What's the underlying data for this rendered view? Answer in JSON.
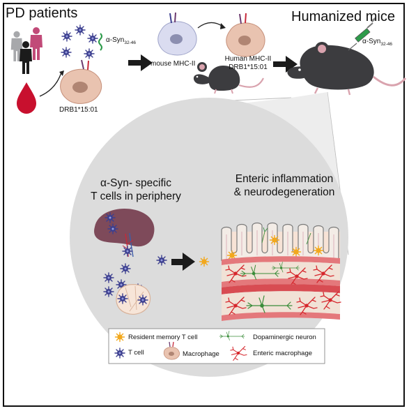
{
  "top": {
    "left_title": "PD patients",
    "right_title": "Humanized mice",
    "peptide_label": "α-Syn",
    "peptide_sub": "32-46",
    "allele_label": "DRB1*15:01",
    "mouse_mhc": "mouse MHC-II",
    "human_mhc_line1": "Human MHC-II",
    "human_mhc_line2": "DRB1*15:01",
    "injection_label": "α-Syn",
    "injection_sub": "32-46"
  },
  "center": {
    "left_heading_line1": "α-Syn- specific",
    "left_heading_line2": "T cells in periphery",
    "right_heading_line1": "Enteric inflammation",
    "right_heading_line2": "& neurodegeneration"
  },
  "legend": {
    "resident_memory": "Resident memory T cell",
    "dopaminergic": "Dopaminergic neuron",
    "t_cell": "T cell",
    "macrophage": "Macrophage",
    "enteric_macrophage": "Enteric macrophage"
  },
  "colors": {
    "t_cell": "#3c3f8f",
    "resident_memory": "#f2a81d",
    "macrophage": "#e9c3b0",
    "neuron": "#3b8d3a",
    "enteric_macrophage": "#d6262c",
    "mouse": "#3c3c3f",
    "circle": "#dcdcdc",
    "blood": "#c8102e"
  }
}
